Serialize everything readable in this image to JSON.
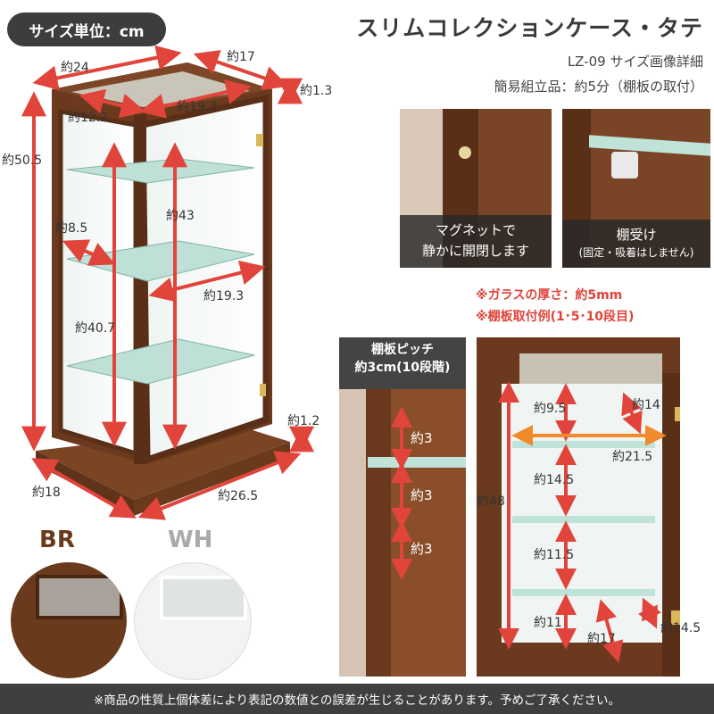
{
  "size_unit": "サイズ単位：cm",
  "header": {
    "title": "スリムコレクションケース・タテ",
    "model": "LZ-09  サイズ画像詳細",
    "assembly": "簡易組立品：約5分（棚板の取付）"
  },
  "main_dimensions": {
    "width_top": "約24",
    "depth_top": "約17",
    "top_thickness": "約1.3",
    "inner_depth": "約12.2",
    "inner_width_top": "約19.3",
    "height": "約50.5",
    "inner_height": "約43",
    "shelf_gap": "約8.5",
    "inner_width_mid": "約19.3",
    "inner_height_total": "約40.7",
    "base_thickness": "約1.2",
    "base_depth": "約18",
    "base_width": "約26.5"
  },
  "detail_photos": [
    {
      "caption_line1": "マグネットで",
      "caption_line2": "静かに開閉します"
    },
    {
      "caption_line1": "棚受け",
      "caption_line2": "(固定・吸着はしません)"
    }
  ],
  "notes": {
    "glass_thickness": "※ガラスの厚さ：約5mm",
    "shelf_example": "※棚板取付例(1･5･10段目)"
  },
  "pitch": {
    "header_line1": "棚板ピッチ",
    "header_line2": "約3cm(10段階)",
    "steps": [
      "約3",
      "約3",
      "約3"
    ]
  },
  "inner_dimensions": {
    "top_gap": "約9.5",
    "door_gap": "約14",
    "inner_width": "約21.5",
    "total_height": "約48",
    "mid_gap1": "約14.5",
    "mid_gap2": "約11.5",
    "bottom_gap": "約11",
    "bottom_depth": "約17",
    "bottom_door": "約14.5"
  },
  "colors": [
    {
      "code": "BR",
      "color": "#6a3a1c"
    },
    {
      "code": "WH",
      "color": "#f3f3f1"
    }
  ],
  "accent_color": "#e0443a",
  "footer": "※商品の性質上個体差により表記の数値との誤差が生じることがあります。予めご了承ください。"
}
